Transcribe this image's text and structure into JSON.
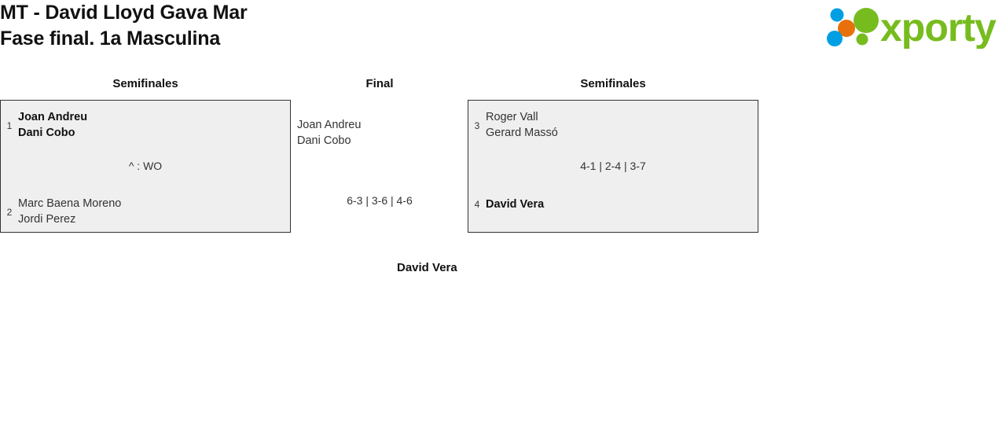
{
  "header": {
    "title_line1": "MT - David Lloyd Gava Mar",
    "title_line2": "Fase final. 1a Masculina"
  },
  "brand": {
    "name": "xporty",
    "colors": {
      "green": "#77bc1f",
      "blue": "#009fe3",
      "orange": "#e8700a"
    }
  },
  "bracket": {
    "rounds": [
      {
        "key": "sf_left",
        "label": "Semifinales"
      },
      {
        "key": "final",
        "label": "Final"
      },
      {
        "key": "sf_right",
        "label": "Semifinales"
      }
    ],
    "matches": {
      "sf_left": {
        "round_label": "Semifinales",
        "score": "^ : WO",
        "top": {
          "seed": "1",
          "players": [
            "Joan Andreu",
            "Dani Cobo"
          ],
          "winner": true
        },
        "bottom": {
          "seed": "2",
          "players": [
            "Marc Baena Moreno",
            "Jordi Perez"
          ],
          "winner": false
        }
      },
      "final": {
        "round_label": "Final",
        "score": "6-3 | 3-6 | 4-6",
        "top": {
          "seed": "",
          "players": [
            "Joan Andreu",
            "Dani Cobo"
          ],
          "winner": false
        }
      },
      "sf_right": {
        "round_label": "Semifinales",
        "score": "4-1 | 2-4 | 3-7",
        "top": {
          "seed": "3",
          "players": [
            "Roger Vall",
            "Gerard Massó"
          ],
          "winner": false
        },
        "bottom": {
          "seed": "4",
          "players": [
            "David Vera"
          ],
          "winner": true
        }
      }
    },
    "champion": {
      "label": "David Vera"
    }
  }
}
